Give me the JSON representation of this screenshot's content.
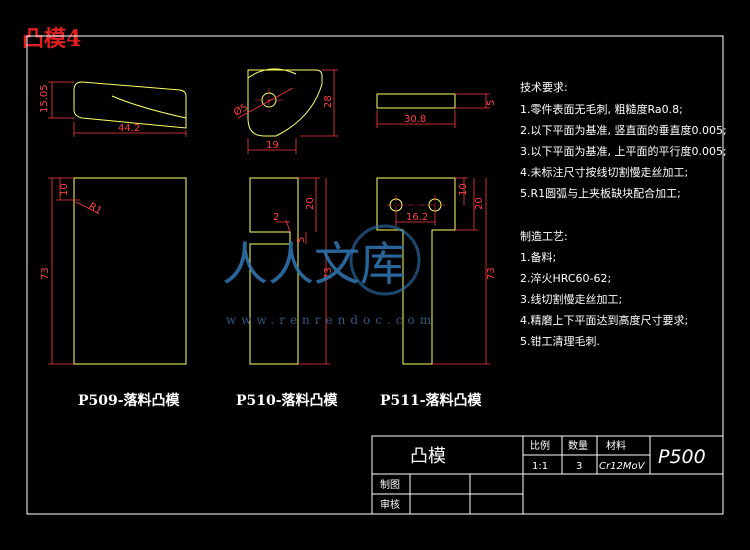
{
  "title": "凸模4",
  "parts": [
    {
      "caption": "P509-落料凸模",
      "dims": [
        "15.05",
        "44.2",
        "10",
        "R1",
        "73"
      ]
    },
    {
      "caption": "P510-落料凸模",
      "dims": [
        "28",
        "19",
        "Ø5",
        "2",
        "20",
        "5",
        "73"
      ]
    },
    {
      "caption": "P511-落料凸模",
      "dims": [
        "5",
        "30.8",
        "16.2",
        "10",
        "20",
        "73"
      ]
    }
  ],
  "tech_requirements": {
    "heading": "技术要求:",
    "items": [
      "1.零件表面无毛刺, 粗糙度Ra0.8;",
      "2.以下平面为基准, 竖直面的垂直度0.005;",
      "3.以下平面为基准, 上平面的平行度0.005;",
      "4.未标注尺寸按线切割慢走丝加工;",
      "5.R1圆弧与上夹板缺块配合加工;"
    ]
  },
  "process": {
    "heading": "制造工艺:",
    "items": [
      "1.备料;",
      "2.淬火HRC60-62;",
      "3.线切割慢走丝加工;",
      "4.精磨上下平面达到高度尺寸要求;",
      "5.钳工清理毛刺."
    ]
  },
  "title_block": {
    "part_name": "凸模",
    "scale_label": "比例",
    "qty_label": "数量",
    "material_label": "材料",
    "scale": "1:1",
    "qty": "3",
    "material": "Cr12MoV",
    "drawing_no": "P500",
    "drawn_label": "制图",
    "checked_label": "审核"
  },
  "watermark": {
    "big": "人人文库",
    "url": "www.renrendoc.com"
  },
  "colors": {
    "background": "#000000",
    "line": "#ffffff",
    "outline": "#ffff66",
    "dimension": "#ff3b3b",
    "title": "#e02020"
  }
}
